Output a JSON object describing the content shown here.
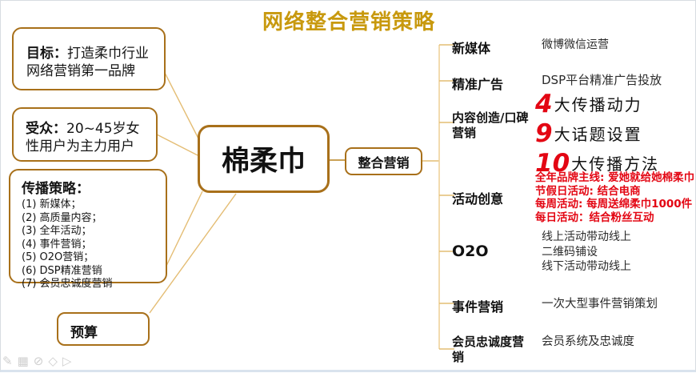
{
  "title": "网络整合营销策略",
  "colors": {
    "title_gold": "#c8990e",
    "box_border": "#a8701a",
    "connector_gold": "#e4bd74",
    "highlight_red": "#e30613",
    "text_black": "#151515"
  },
  "left_boxes": {
    "goal": {
      "label": "目标：",
      "text": "打造柔巾行业网络营销第一品牌"
    },
    "audience": {
      "label": "受众：",
      "text": "20~45岁女性用户为主力用户"
    },
    "strategy": {
      "heading": "传播策略：",
      "items": [
        "(1) 新媒体；",
        "(2) 高质量内容；",
        "(3) 全年活动；",
        "(4) 事件营销；",
        "(5) O2O营销；",
        "(6) DSP精准营销",
        "(7) 会员忠诚度营销"
      ]
    },
    "budget": {
      "label": "预算"
    }
  },
  "center": {
    "product": "棉柔巾",
    "hub": "整合营销"
  },
  "branches": [
    {
      "label": "新媒体",
      "desc": "微博微信运营"
    },
    {
      "label": "精准广告",
      "desc": "DSP平台精准广告投放"
    },
    {
      "label": "内容创造/口碑营销",
      "stats": [
        {
          "num": "4",
          "text": "大传播动力"
        },
        {
          "num": "9",
          "text": "大话题设置"
        },
        {
          "num": "10",
          "text": "大传播方法"
        }
      ]
    },
    {
      "label": "活动创意",
      "red_lines": [
        {
          "key": "全年品牌主线:",
          "value": " 爱她就给她棉柔巾"
        },
        {
          "key": "节假日活动:",
          "value": " 结合电商"
        },
        {
          "key": "每周活动:",
          "value": "  每周送绵柔巾1000件"
        },
        {
          "key": "每日活动：",
          "value": "结合粉丝互动"
        }
      ]
    },
    {
      "label": "O2O",
      "desc_lines": [
        "线上活动带动线上",
        "二维码铺设",
        "线下活动带动线上"
      ]
    },
    {
      "label": "事件营销",
      "desc": "一次大型事件营销策划"
    },
    {
      "label": "会员忠诚度营销",
      "desc": "会员系统及忠诚度"
    }
  ],
  "annotation_toolbar": {
    "pencil": "✎",
    "slides": "▦",
    "pen": "⊘",
    "shape": "◇",
    "pointer": "▷"
  }
}
